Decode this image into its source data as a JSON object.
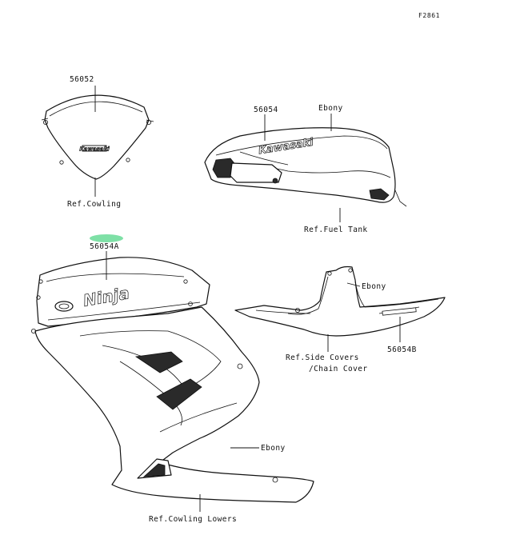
{
  "figure_id": "F2861",
  "parts": {
    "windshield_decal": {
      "part_no": "56052",
      "ref": "Ref.Cowling"
    },
    "fuel_tank_decal": {
      "part_no": "56054",
      "color": "Ebony",
      "ref": "Ref.Fuel Tank",
      "decal_text": "Kawasaki"
    },
    "upper_cowl_decal": {
      "part_no": "56054A",
      "decal_text": "Ninja"
    },
    "side_cover_decal": {
      "part_no": "56054B",
      "color": "Ebony",
      "ref_line1": "Ref.Side Covers",
      "ref_line2": "/Chain Cover"
    },
    "lower_cowl": {
      "color": "Ebony",
      "ref": "Ref.Cowling Lowers"
    }
  },
  "colors": {
    "highlight": "#7ee0a6",
    "line": "#111111"
  }
}
